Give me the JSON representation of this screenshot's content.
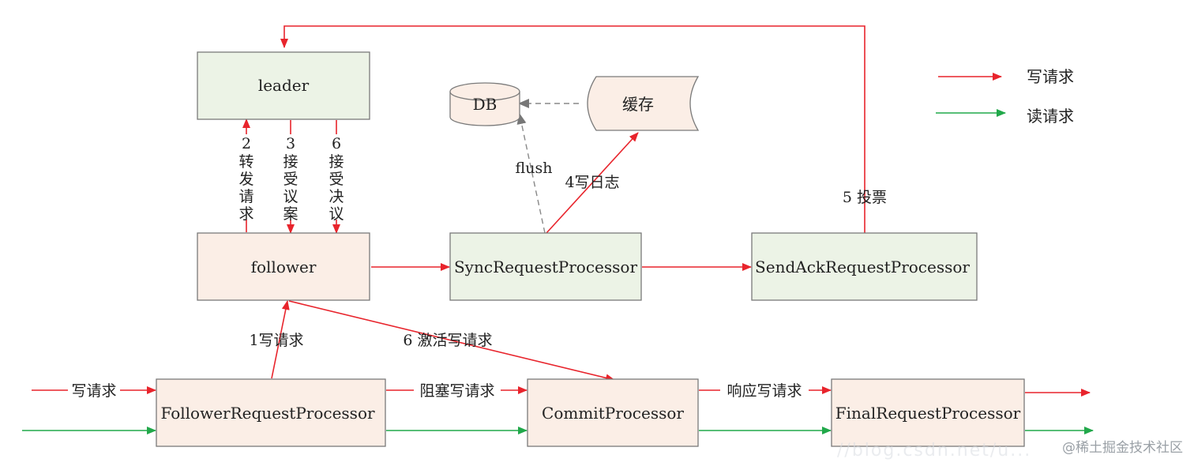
{
  "colors": {
    "write": "#e8242c",
    "read": "#21a84a",
    "box_green_fill": "#ecf3e6",
    "box_orange_fill": "#fbeee6",
    "box_stroke": "#7a7a7a",
    "db_fill": "#fbeee6"
  },
  "nodes": {
    "leader": "leader",
    "follower": "follower",
    "sync": "SyncRequestProcessor",
    "sendack": "SendAckRequestProcessor",
    "follower_req": "FollowerRequestProcessor",
    "commit": "CommitProcessor",
    "final": "FinalRequestProcessor",
    "db": "DB",
    "cache": "缓存"
  },
  "edges": {
    "forward_num": "2",
    "forward_text": [
      "转",
      "发",
      "请",
      "求"
    ],
    "accept_proposal_num": "3",
    "accept_proposal_text": [
      "接",
      "受",
      "议",
      "案"
    ],
    "accept_decision_num": "6",
    "accept_decision_text": [
      "接",
      "受",
      "决",
      "议"
    ],
    "flush": "flush",
    "write_log": "4写日志",
    "vote": "5 投票",
    "write_request_1": "1写请求",
    "activate_write": "6 激活写请求",
    "incoming_write": "写请求",
    "block_write": "阻塞写请求",
    "respond_write": "响应写请求"
  },
  "legend": {
    "write": "写请求",
    "read": "读请求"
  },
  "watermark": "@稀土掘金技术社区",
  "watermark_url": "//blog.csdn.net/u..."
}
